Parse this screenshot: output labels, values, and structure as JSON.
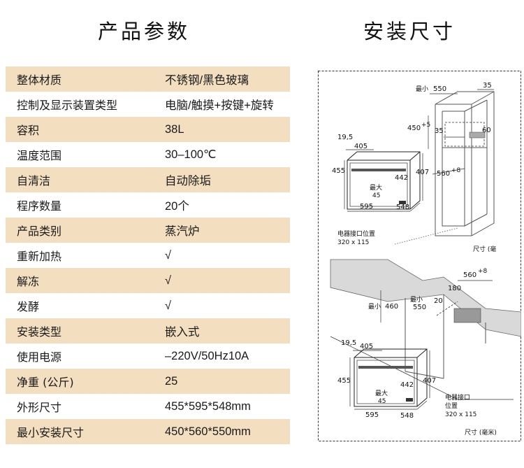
{
  "headings": {
    "left": "产品参数",
    "right": "安装尺寸"
  },
  "specs": [
    {
      "label": "整体材质",
      "value": "不锈钢/黑色玻璃"
    },
    {
      "label": "控制及显示装置类型",
      "value": "电脑/触摸+按键+旋转"
    },
    {
      "label": "容积",
      "value": "38L"
    },
    {
      "label": "温度范围",
      "value": "30–100℃"
    },
    {
      "label": "自清洁",
      "value": "自动除垢"
    },
    {
      "label": "程序数量",
      "value": "20个"
    },
    {
      "label": "产品类别",
      "value": "蒸汽炉"
    },
    {
      "label": "重新加热",
      "value": "√"
    },
    {
      "label": "解冻",
      "value": "√"
    },
    {
      "label": "发酵",
      "value": "√"
    },
    {
      "label": "安装类型",
      "value": "嵌入式"
    },
    {
      "label": "使用电源",
      "value": "–220V/50Hz10A"
    },
    {
      "label": "净重 (公斤)",
      "value": "25"
    },
    {
      "label": "外形尺寸",
      "value": "455*595*548mm"
    },
    {
      "label": "最小安装尺寸",
      "value": "450*560*550mm"
    }
  ],
  "colors": {
    "row_shade": "#f3dfc0"
  },
  "diagram": {
    "top": {
      "min_label": "最小",
      "d550": "550",
      "d35": "35",
      "d450": "450",
      "d450_sup": "+5",
      "d35b": "35",
      "d60": "60",
      "d560": "560",
      "d560_sup": "+8",
      "d19_5": "19,5",
      "d405": "405",
      "d455": "455",
      "d442": "442",
      "d407": "407",
      "max_label": "最大",
      "d45": "45",
      "d595": "595",
      "d548": "548",
      "socket_label": "电器接口位置",
      "socket_size": "320 x 115",
      "unit_label": "尺寸 (毫"
    },
    "bottom": {
      "d560": "560",
      "d560_sup": "+8",
      "d180": "180",
      "min_label": "最小",
      "d460": "460",
      "d550": "550",
      "d20": "20",
      "d19_5": "19,5",
      "d405": "405",
      "d455": "455",
      "d442": "442",
      "d407": "407",
      "max_label": "最大",
      "d45": "45",
      "d595": "595",
      "d548": "548",
      "socket_label": "电器接口",
      "socket_label2": "位置",
      "socket_size": "320 x 115",
      "unit_label": "尺寸 (毫米)"
    }
  }
}
